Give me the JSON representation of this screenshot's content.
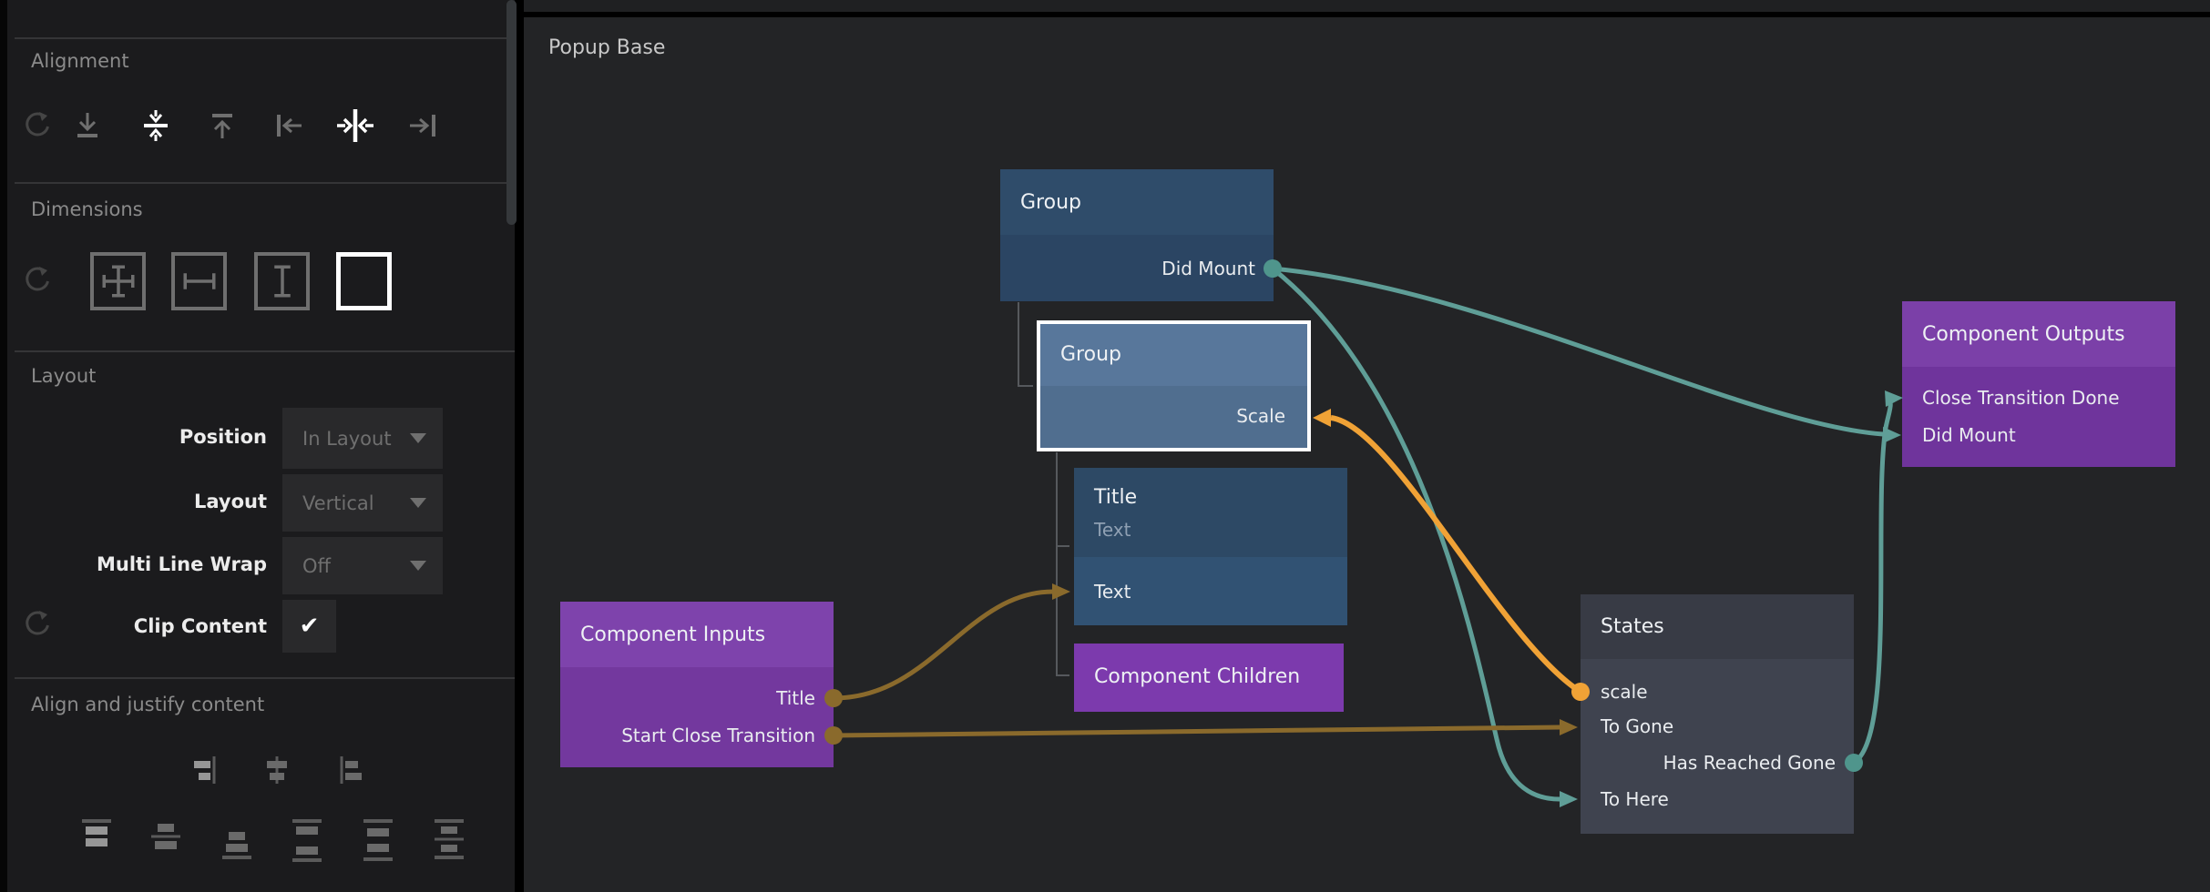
{
  "colors": {
    "teal_connection": "#5f9e97",
    "orange_connection": "#f0a236",
    "gold_connection": "#8a6a2c",
    "purple_node_header": "#7e43ac",
    "purple_node_body": "#73389e",
    "blue_node_header": "#2f4c6a",
    "blue_node_body": "#2b4563",
    "selected_node_border": "#ffffff",
    "states_node_body": "#3f434f",
    "canvas_background": "#232426",
    "sidebar_background": "#1b1b1d"
  },
  "sidebar": {
    "alignment": {
      "label": "Alignment",
      "icons": [
        "reset-icon",
        "align-bottom-icon",
        "align-vertical-center-icon",
        "align-top-icon",
        "align-left-icon",
        "align-horizontal-center-icon",
        "align-right-icon"
      ],
      "active_icons": [
        "align-vertical-center-icon",
        "align-horizontal-center-icon"
      ]
    },
    "dimensions": {
      "label": "Dimensions",
      "icons": [
        "reset-icon",
        "size-width-height-icon",
        "size-width-icon",
        "size-height-icon",
        "size-none-icon"
      ],
      "active_icon": "size-none-icon"
    },
    "layout": {
      "label": "Layout",
      "position_label": "Position",
      "position_value": "In Layout",
      "layout_label": "Layout",
      "layout_value": "Vertical",
      "wrap_label": "Multi Line Wrap",
      "wrap_value": "Off",
      "clip_label": "Clip Content",
      "clip_glyph": "✔",
      "clip_checked": true
    },
    "align_justify": {
      "label": "Align and justify content",
      "row1_icons": [
        "align-content-right-icon",
        "align-content-center-icon",
        "align-content-left-icon"
      ],
      "row2_icons": [
        "justify-start-icon",
        "justify-center-icon",
        "justify-end-icon",
        "justify-space-between-icon",
        "justify-space-around-icon",
        "justify-space-evenly-icon"
      ]
    }
  },
  "canvas": {
    "title": "Popup Base",
    "nodes": {
      "group_top": {
        "title": "Group",
        "ports": {
          "did_mount": "Did Mount"
        }
      },
      "group_selected": {
        "title": "Group",
        "selected": true,
        "ports": {
          "scale": "Scale"
        }
      },
      "title_text": {
        "title": "Title",
        "subtitle": "Text",
        "ports": {
          "text": "Text"
        }
      },
      "component_children": {
        "title": "Component Children"
      },
      "component_inputs": {
        "title": "Component Inputs",
        "ports": {
          "title": "Title",
          "start_close_transition": "Start Close Transition"
        }
      },
      "states": {
        "title": "States",
        "ports": {
          "scale": "scale",
          "to_gone": "To Gone",
          "has_reached_gone": "Has Reached Gone",
          "to_here": "To Here"
        }
      },
      "component_outputs": {
        "title": "Component Outputs",
        "ports": {
          "close_transition_done": "Close Transition Done",
          "did_mount": "Did Mount"
        }
      }
    },
    "connections": [
      {
        "from": "Group.Did Mount",
        "to": "Component Outputs.Did Mount",
        "color": "teal"
      },
      {
        "from": "Group.Did Mount",
        "to": "States.To Here",
        "color": "teal"
      },
      {
        "from": "States.scale",
        "to": "Group.Scale",
        "color": "orange"
      },
      {
        "from": "Component Inputs.Title",
        "to": "Title.Text",
        "color": "gold"
      },
      {
        "from": "Component Inputs.Start Close Transition",
        "to": "States.To Gone",
        "color": "gold"
      },
      {
        "from": "States.Has Reached Gone",
        "to": "Component Outputs.Close Transition Done",
        "color": "teal"
      }
    ]
  }
}
